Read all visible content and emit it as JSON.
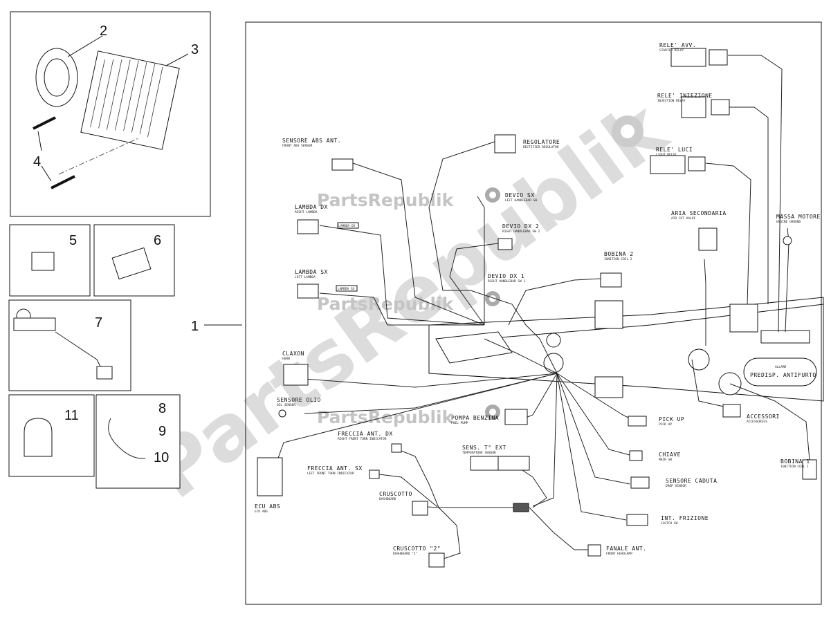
{
  "watermark": {
    "brand": "PartsRepublik",
    "diagonal": "PartsRepublik",
    "gear_icon": "gear-icon"
  },
  "callouts": [
    "1",
    "2",
    "3",
    "4",
    "5",
    "6",
    "7",
    "8",
    "9",
    "10",
    "11"
  ],
  "connectors": [
    {
      "label": "RELE' AVV.",
      "sub": "STARTER RELAY"
    },
    {
      "label": "RELE' INIEZIONE",
      "sub": "INJECTION RELAY"
    },
    {
      "label": "RELE' LUCI",
      "sub": "LIGHT RELAY"
    },
    {
      "label": "SENSORE ABS ANT.",
      "sub": "FRONT ABS SENSOR"
    },
    {
      "label": "REGOLATORE",
      "sub": "RECTIFIER REGULATOR"
    },
    {
      "label": "DEVIO SX",
      "sub": "LEFT HANDLEBAR SW"
    },
    {
      "label": "DEVIO DX 2",
      "sub": "RIGHT HANDLEBAR SW 2"
    },
    {
      "label": "LAMBDA DX",
      "sub": "RIGHT LAMBDA"
    },
    {
      "label": "ARIA SECONDARIA",
      "sub": "AIR CUT VALVE"
    },
    {
      "label": "MASSA MOTORE",
      "sub": "ENGINE GROUND"
    },
    {
      "label": "BOBINA 2",
      "sub": "IGNITION COIL 2"
    },
    {
      "label": "DEVIO DX 1",
      "sub": "RIGHT HANDLEBAR SW 1"
    },
    {
      "label": "LAMBDA SX",
      "sub": "LEFT LAMBDA"
    },
    {
      "label": "CLAXON",
      "sub": "HORN"
    },
    {
      "label": "SENSORE OLIO",
      "sub": "OIL SENSOR"
    },
    {
      "label": "POMPA BENZINA",
      "sub": "FUEL PUMP"
    },
    {
      "label": "FRECCIA ANT. DX",
      "sub": "RIGHT FRONT TURN INDICATOR"
    },
    {
      "label": "FRECCIA ANT. SX",
      "sub": "LEFT FRONT TURN INDICATOR"
    },
    {
      "label": "SENS. T° EXT",
      "sub": "TEMPERATURE SENSOR"
    },
    {
      "label": "CRUSCOTTO",
      "sub": "DASHBOARD"
    },
    {
      "label": "CRUSCOTTO \"2\"",
      "sub": "DASHBOARD \"2\""
    },
    {
      "label": "ECU ABS",
      "sub": "ECU ABS"
    },
    {
      "label": "PICK UP",
      "sub": "PICK UP"
    },
    {
      "label": "CHIAVE",
      "sub": "MAIN SW"
    },
    {
      "label": "SENSORE CADUTA",
      "sub": "DROP SENSOR"
    },
    {
      "label": "INT. FRIZIONE",
      "sub": "CLUTCH SW"
    },
    {
      "label": "FANALE ANT.",
      "sub": "FRONT HEADLAMP"
    },
    {
      "label": "ACCESSORI",
      "sub": "ACCESSORIES"
    },
    {
      "label": "BOBINA 1",
      "sub": "IGNITION COIL 1"
    },
    {
      "label": "PREDISP. ANTIFURTO",
      "sub": "ALLARM"
    }
  ],
  "inline_tags": {
    "lambda_dx": "LAMBDA DX",
    "lambda_sx": "LAMBDA SX"
  }
}
